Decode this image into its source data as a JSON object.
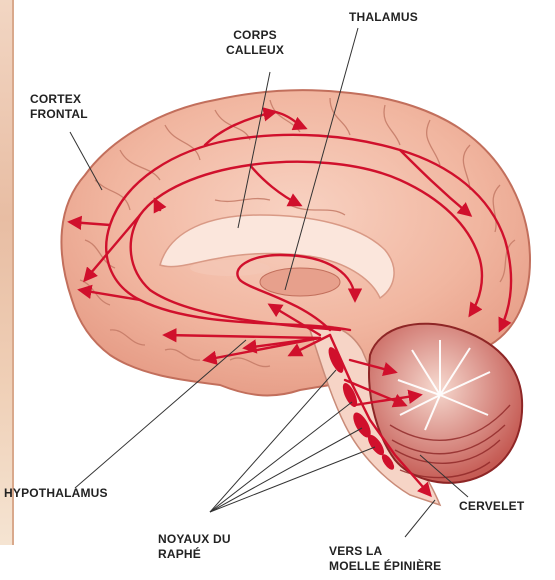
{
  "labels": {
    "thalamus": "THALAMUS",
    "corps_calleux": "CORPS\nCALLEUX",
    "cortex_frontal": "CORTEX\nFRONTAL",
    "hypothalamus": "HYPOTHALAMUS",
    "cervelet": "CERVELET",
    "noyaux_du_raphe": "NOYAUX DU\nRAPHÉ",
    "vers_la_moelle": "VERS LA\nMOELLE ÉPINIÈRE"
  },
  "colors": {
    "brain_fill": "#f0b7a3",
    "brain_outline": "#c26f5c",
    "pathway": "#d0102c",
    "cerebellum": "#b33434",
    "label_text": "#222222"
  }
}
